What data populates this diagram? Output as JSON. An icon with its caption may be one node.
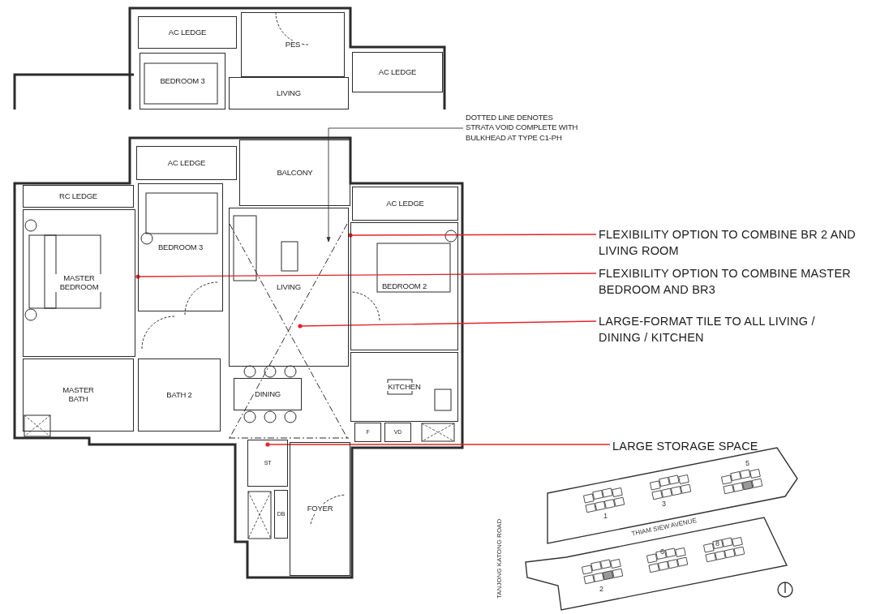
{
  "diagram": {
    "nodes": [
      {
        "text": [
          "AC LEDGE"
        ]
      },
      {
        "text": [
          "PES"
        ]
      },
      {
        "text": [
          "BEDROOM 3"
        ]
      },
      {
        "text": [
          "LIVING"
        ]
      },
      {
        "text": [
          "AC LEDGE"
        ]
      },
      {
        "text": [
          "AC LEDGE"
        ]
      },
      {
        "text": [
          "BALCONY"
        ]
      },
      {
        "text": [
          "RC LEDGE"
        ]
      },
      {
        "text": [
          "AC LEDGE"
        ]
      },
      {
        "text": [
          "MASTER BEDROOM"
        ]
      },
      {
        "text": [
          "BEDROOM 3"
        ]
      },
      {
        "text": [
          "LIVING"
        ]
      },
      {
        "text": [
          "BEDROOM 2"
        ]
      },
      {
        "text": [
          "MASTER BATH"
        ]
      },
      {
        "text": [
          "BATH 2"
        ]
      },
      {
        "text": [
          "DINING"
        ]
      },
      {
        "text": [
          "KITCHEN"
        ]
      },
      {
        "text": [
          "F"
        ]
      },
      {
        "text": [
          "VD"
        ]
      },
      {
        "text": [
          "ST"
        ]
      },
      {
        "text": [
          "DB"
        ]
      },
      {
        "text": [
          "FOYER"
        ]
      },
      {
        "text": [
          "DOTTED LINE DENOTES STRATA VOID COMPLETE WITH BULKHEAD AT TYPE C1-PH"
        ]
      },
      {
        "text": [
          "FLEXIBILITY OPTION TO COMBINE BR 2 AND LIVING ROOM"
        ]
      },
      {
        "text": [
          "FLEXIBILITY OPTION TO COMBINE MASTER BEDROOM AND BR3"
        ]
      },
      {
        "text": [
          "LARGE-FORMAT TILE TO ALL LIVING / DINING / KITCHEN"
        ]
      },
      {
        "text": [
          "LARGE STORAGE SPACE"
        ]
      }
    ],
    "edges": [
      {
        "from": 22,
        "to": 11,
        "arrow": "to",
        "color": "#333333"
      },
      {
        "from": 23,
        "to": 12,
        "arrow": "other"
      },
      {
        "from": 24,
        "to": 10,
        "arrow": "other"
      },
      {
        "from": 25,
        "to": 11,
        "arrow": "other"
      },
      {
        "from": 26,
        "to": 19,
        "arrow": "other"
      }
    ],
    "labels": [
      "5",
      "1",
      "3",
      "THIAM SIEW AVENUE",
      "8",
      "6",
      "2",
      "TANJONG KATONG ROAD"
    ]
  }
}
